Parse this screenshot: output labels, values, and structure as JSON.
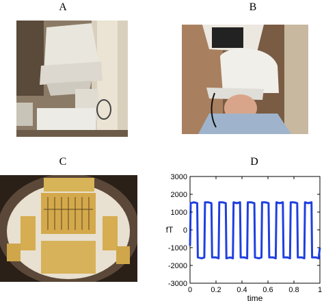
{
  "panels": {
    "a": {
      "label": "A"
    },
    "b": {
      "label": "B"
    },
    "c": {
      "label": "C"
    },
    "d": {
      "label": "D"
    }
  },
  "chart_data": {
    "type": "line",
    "xlabel": "time",
    "ylabel": "fT",
    "xlim": [
      0,
      1
    ],
    "ylim": [
      -3000,
      3000
    ],
    "xticks": [
      "0",
      "0.2",
      "0.4",
      "0.6",
      "0.8",
      "1"
    ],
    "yticks": [
      "3000",
      "2000",
      "1000",
      "0",
      "-1000",
      "-2000",
      "-3000"
    ],
    "line_color": "#1f3fe0",
    "series": [
      {
        "x": [
          0.0,
          0.005,
          0.03,
          0.055,
          0.06,
          0.09,
          0.11,
          0.115,
          0.14,
          0.165,
          0.17,
          0.2,
          0.22,
          0.225,
          0.25,
          0.275,
          0.28,
          0.31,
          0.33,
          0.335,
          0.36,
          0.385,
          0.39,
          0.42,
          0.44,
          0.445,
          0.47,
          0.495,
          0.5,
          0.53,
          0.55,
          0.555,
          0.58,
          0.605,
          0.61,
          0.64,
          0.66,
          0.665,
          0.69,
          0.715,
          0.72,
          0.75,
          0.77,
          0.775,
          0.8,
          0.825,
          0.83,
          0.86,
          0.88,
          0.885,
          0.91,
          0.935,
          0.94,
          0.97,
          0.99,
          1.0
        ],
        "y": [
          -900,
          1500,
          1550,
          1500,
          -1550,
          -1600,
          -1550,
          1550,
          1550,
          1500,
          -1550,
          -1550,
          -1600,
          1550,
          1550,
          1500,
          -1600,
          -1550,
          -1600,
          1550,
          1500,
          1550,
          -1550,
          -1550,
          -1600,
          1550,
          1550,
          1500,
          -1550,
          -1600,
          -1550,
          1550,
          1550,
          1500,
          -1550,
          -1550,
          -1600,
          1550,
          1500,
          1550,
          -1550,
          -1550,
          -1600,
          1550,
          1550,
          1500,
          -1550,
          -1550,
          -1600,
          1550,
          1500,
          1550,
          -1550,
          -1550,
          -1600,
          -1000
        ]
      }
    ]
  }
}
